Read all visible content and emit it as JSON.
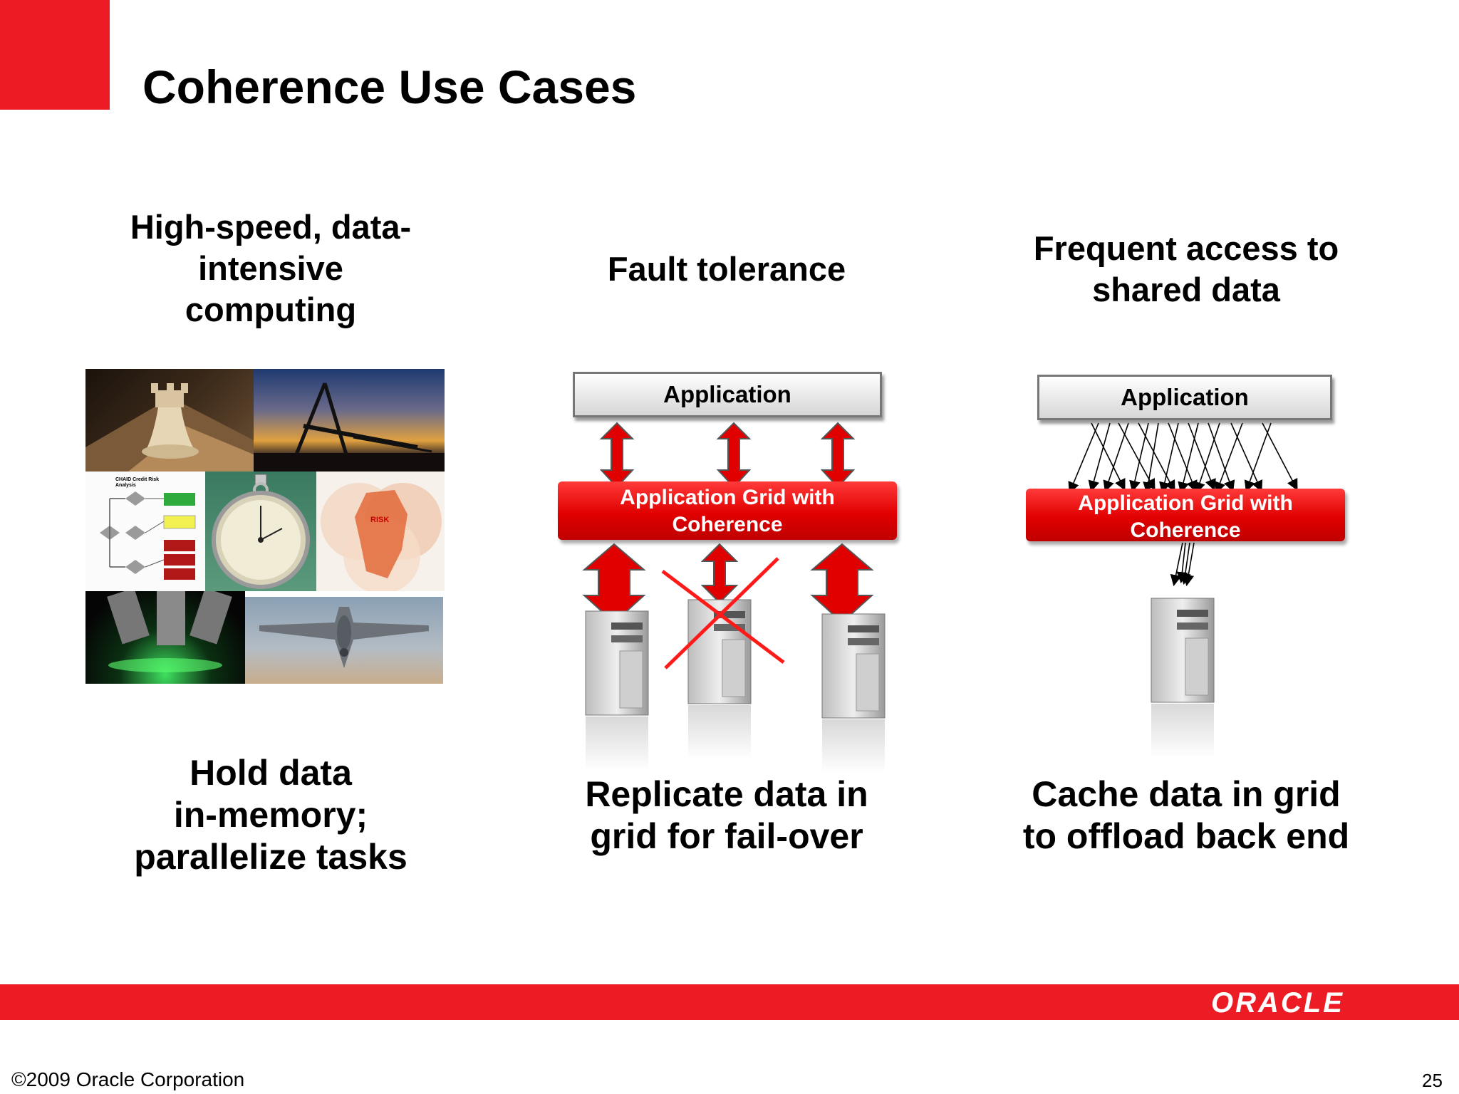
{
  "slide": {
    "title": "Coherence Use Cases",
    "columns": [
      {
        "heading": "High-speed, data-\nintensive\ncomputing",
        "caption": "Hold data\nin-memory;\nparallelize tasks",
        "collage_tiles": [
          "chess-piece",
          "oil-rig-sunset",
          "risk-flowchart",
          "stopwatch",
          "risk-map",
          "microscope",
          "fighter-jet"
        ],
        "collage_text": {
          "flowchart_title": "CHAID Credit Risk Analysis",
          "map_label": "RISK"
        }
      },
      {
        "heading": "Fault tolerance",
        "app_label": "Application",
        "grid_label": "Application Grid with\nCoherence",
        "caption": "Replicate data in\ngrid for fail-over"
      },
      {
        "heading": "Frequent access to\nshared data",
        "app_label": "Application",
        "grid_label": "Application Grid with\nCoherence",
        "caption": "Cache data in grid\nto offload back end"
      }
    ],
    "footer": {
      "logo_text": "ORACLE",
      "copyright": "©2009 Oracle Corporation",
      "page_number": "25"
    },
    "colors": {
      "accent": "#ed1c24"
    }
  }
}
